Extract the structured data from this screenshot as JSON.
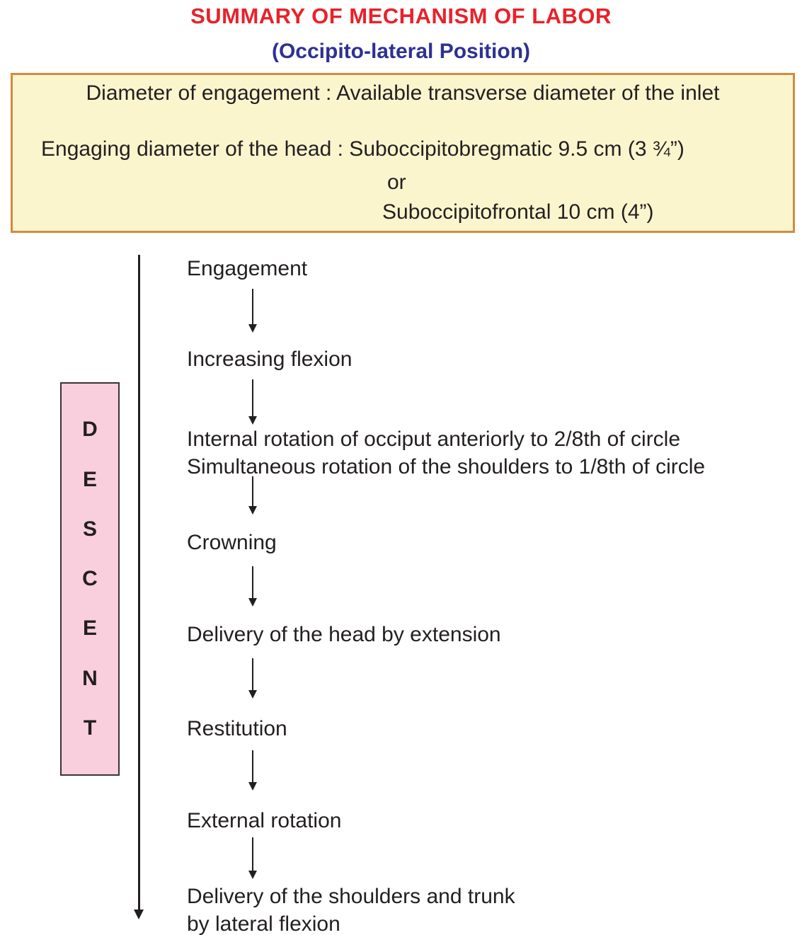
{
  "title": "SUMMARY OF MECHANISM OF LABOR",
  "subtitle": "(Occipito-lateral Position)",
  "info_box": {
    "line1": "Diameter of engagement : Available transverse diameter of the inlet",
    "line2": "Engaging diameter of the head : Suboccipitobregmatic 9.5 cm (3 ¾”)",
    "line3": "or",
    "line4": "Suboccipitofrontal 10 cm (4”)"
  },
  "descent": {
    "word": "DESCENT",
    "letters": [
      "D",
      "E",
      "S",
      "C",
      "E",
      "N",
      "T"
    ]
  },
  "steps": [
    {
      "lines": [
        "Engagement"
      ]
    },
    {
      "lines": [
        "Increasing flexion"
      ]
    },
    {
      "lines": [
        "Internal rotation of occiput anteriorly to 2/8th of circle",
        "Simultaneous rotation of the shoulders to 1/8th of circle"
      ]
    },
    {
      "lines": [
        "Crowning"
      ]
    },
    {
      "lines": [
        "Delivery of the head by extension"
      ]
    },
    {
      "lines": [
        "Restitution"
      ]
    },
    {
      "lines": [
        "External rotation"
      ]
    },
    {
      "lines": [
        "Delivery of the shoulders and trunk",
        "by lateral flexion"
      ]
    }
  ],
  "colors": {
    "c-title": "#e8222a",
    "c-subtitle": "#2e3192",
    "c-box-bg": "#fbf5ce",
    "c-box-border": "#d58a3e",
    "c-pink-bg": "#f9cfdd",
    "c-pink-border": "#3b3335",
    "c-ink": "#231f20"
  }
}
